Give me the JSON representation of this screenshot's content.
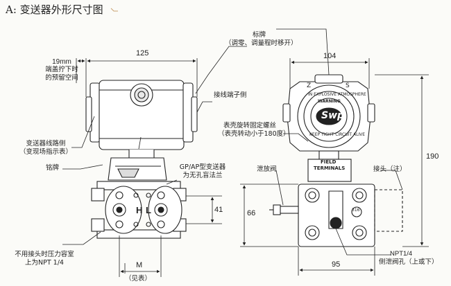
{
  "title": "A: 变送器外形尺寸图",
  "labels": {
    "nameplate_tag": "标牌",
    "nameplate_tag_sub": "（调零、调量程时移开）",
    "dim_19mm": "19mm",
    "end_cap_note_1": "端盖拧下时",
    "end_cap_note_2": "的预留空间",
    "terminal_side": "接线端子侧",
    "circuit_side": "变送器线路侧",
    "circuit_side_sub": "（变现场指示表）",
    "nameplate": "铭牌",
    "gp_ap_1": "GP/AP型变送器",
    "gp_ap_2": "为无孔盲法兰",
    "housing_rotate_1": "表壳旋转固定螺丝",
    "housing_rotate_2": "（表壳转动小于180度）",
    "drain_valve": "泄放阀",
    "connector": "接头（注）",
    "unused_port_1": "不用接头时压力容室",
    "unused_port_2": "上为NPT 1/4",
    "npt_1": "NPT1/4",
    "npt_2": "侧泄阀孔（上或下）",
    "see_table": "（见表）",
    "dim_125": "125",
    "dim_104": "104",
    "dim_190": "190",
    "dim_66": "66",
    "dim_41": "41",
    "dim_95": "95",
    "dim_M": "M",
    "letter_H": "H",
    "letter_L": "L"
  },
  "housing_text": {
    "ring": "IN EXPLOSIVE ATMOSPHERE",
    "warning": "WARNING",
    "ring_bottom": "KEEP TIGHT CIRCUIT ALIVE",
    "logo": "Swp",
    "field_1": "FIELD",
    "field_2": "TERMINALS",
    "z": "Z",
    "s": "S",
    "port_label": "316"
  }
}
